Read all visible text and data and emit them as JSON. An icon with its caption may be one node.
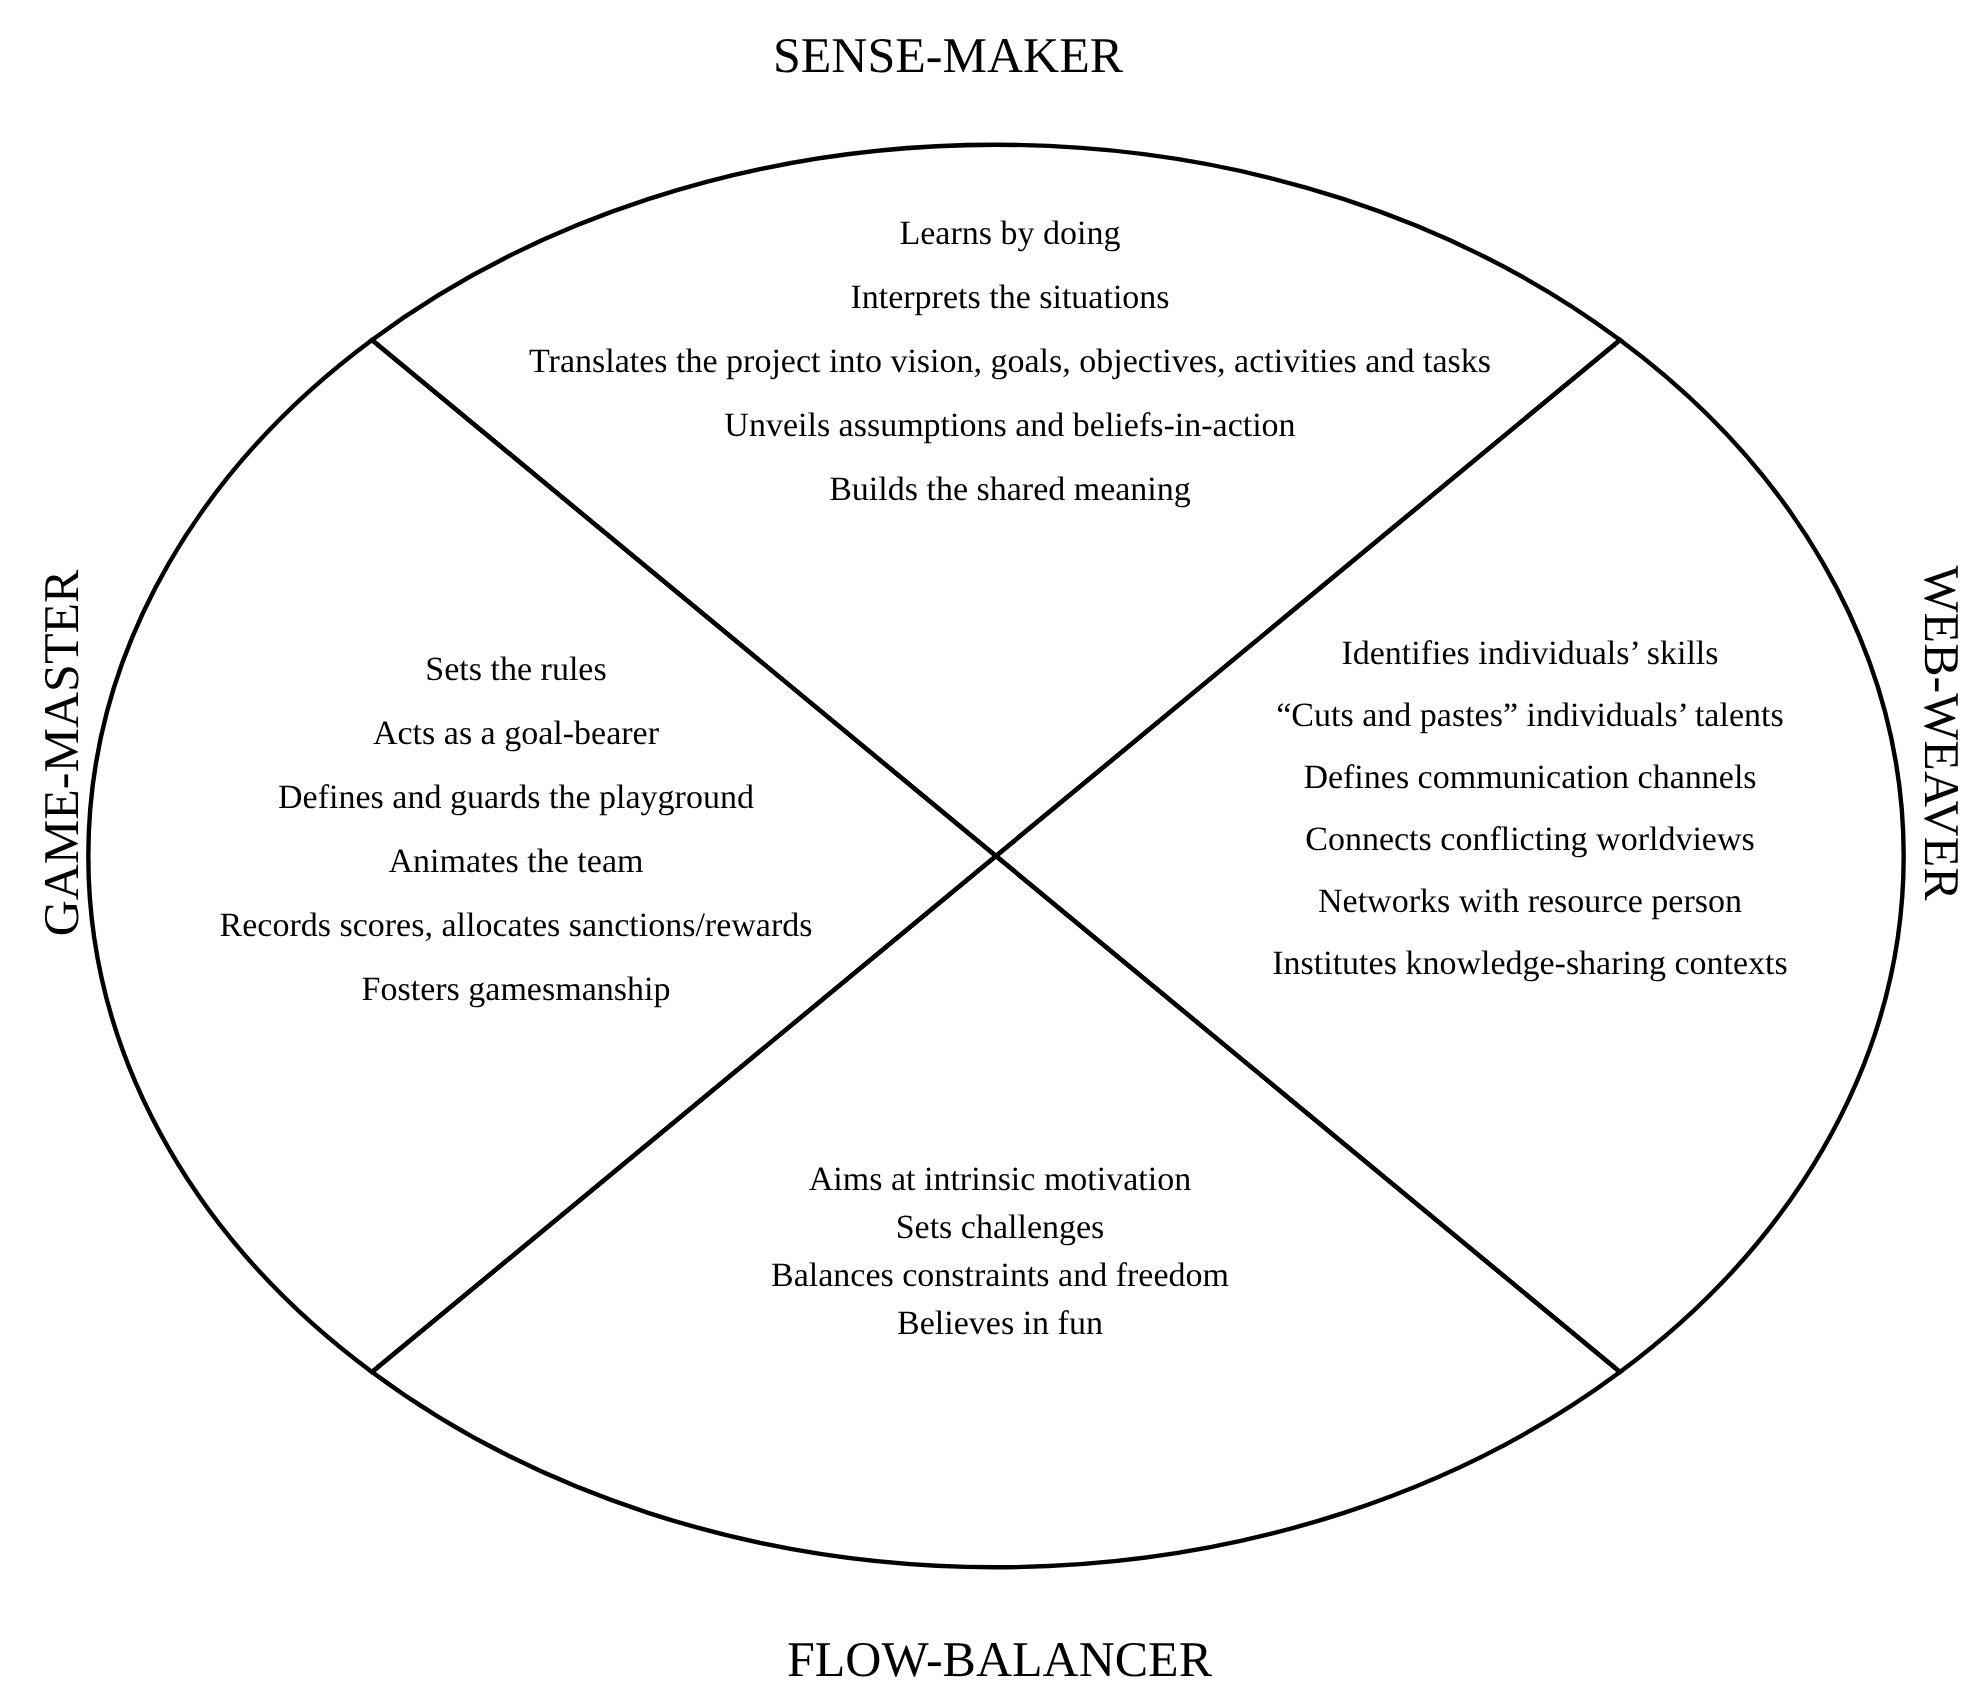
{
  "diagram": {
    "nodes": [
      {
        "text": [
          "SENSE-MAKER",
          "Learns by doing",
          "Interprets the situations",
          "Translates the project into vision, goals, objectives, activities and tasks",
          "Unveils assumptions and beliefs-in-action",
          "Builds the shared meaning"
        ]
      },
      {
        "text": [
          "WEB-WEAVER",
          "Identifies individuals’ skills",
          "“Cuts and pastes” individuals’ talents",
          "Defines communication channels",
          "Connects conflicting worldviews",
          "Networks with resource person",
          "Institutes knowledge-sharing contexts"
        ]
      },
      {
        "text": [
          "FLOW-BALANCER",
          "Aims at intrinsic motivation",
          "Sets challenges",
          "Balances constraints and freedom",
          "Believes in fun"
        ]
      },
      {
        "text": [
          "GAME-MASTER",
          "Sets the rules",
          "Acts as a goal-bearer",
          "Defines and guards the playground",
          "Animates the team",
          "Records scores, allocates sanctions/rewards",
          "Fosters gamesmanship"
        ]
      }
    ]
  }
}
